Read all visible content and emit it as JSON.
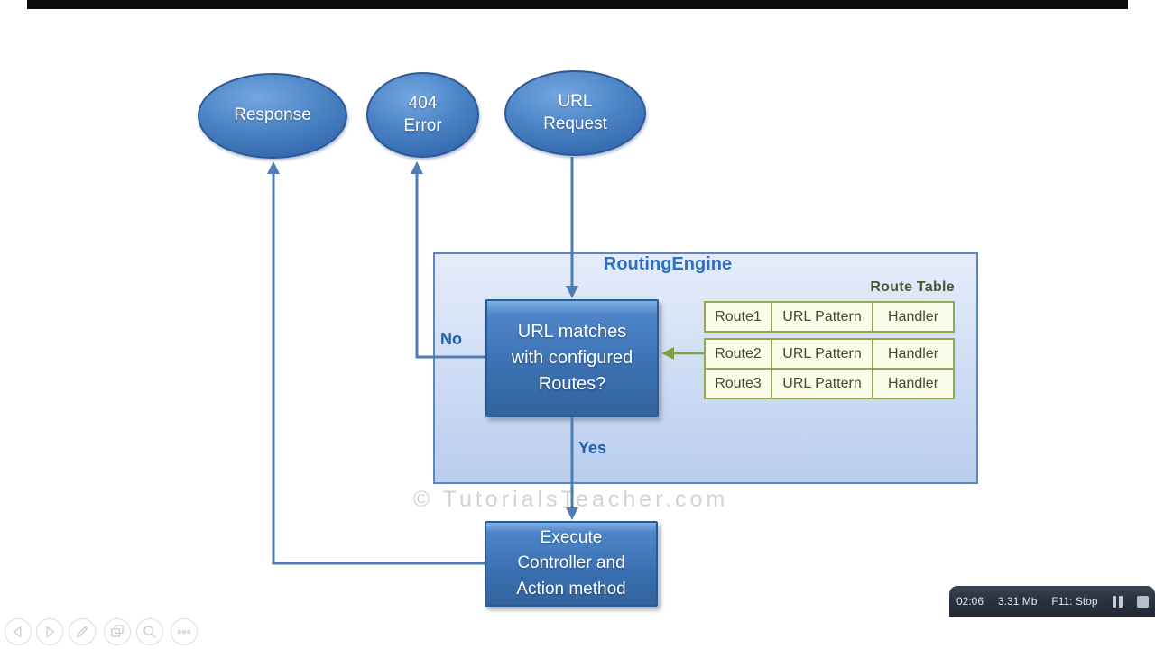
{
  "diagram": {
    "container_title": "RoutingEngine",
    "nodes": {
      "response": "Response",
      "error_404": "404\nError",
      "url_request": "URL\nRequest",
      "decision": "URL matches\nwith configured\nRoutes?",
      "execute": "Execute\nController and\nAction method"
    },
    "labels": {
      "no": "No",
      "yes": "Yes"
    },
    "route_table": {
      "title": "Route Table",
      "rows": [
        [
          "Route1",
          "URL Pattern",
          "Handler"
        ],
        [
          "Route2",
          "URL Pattern",
          "Handler"
        ],
        [
          "Route3",
          "URL Pattern",
          "Handler"
        ]
      ]
    },
    "watermark": "© TutorialsTeacher.com",
    "colors": {
      "node_blue": "#3b74ba",
      "connector_blue": "#4f7cb1",
      "table_green": "#93a94d",
      "branch_label_blue": "#1d5fb0"
    }
  },
  "player": {
    "status_bar": {
      "time": "02:06",
      "size": "3.31 Mb",
      "stop_hint": "F11: Stop",
      "icons": [
        "pause-icon",
        "stop-icon"
      ]
    },
    "controls": [
      "previous",
      "next",
      "edit",
      "copy",
      "zoom",
      "more"
    ],
    "statusbar_bg": "#2a3140"
  }
}
